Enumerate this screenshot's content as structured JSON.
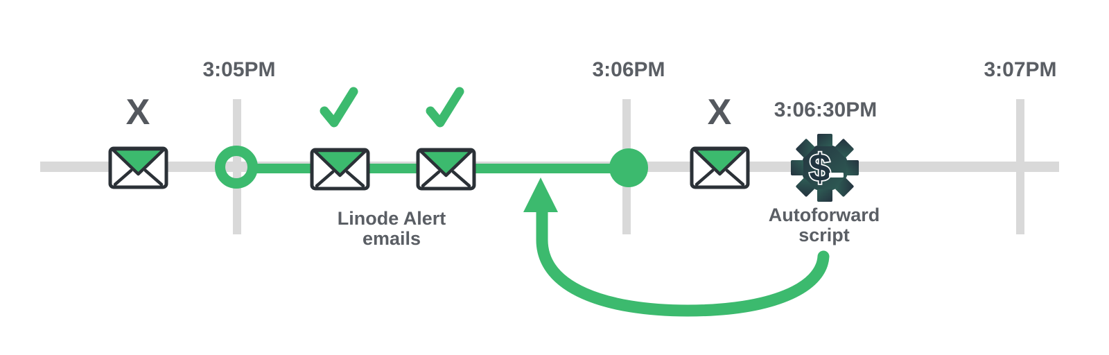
{
  "diagram_type": "timeline",
  "colors": {
    "green": "#3cba6e",
    "track_gray": "#d9d9d9",
    "text_gray": "#5a5e64",
    "icon_outline_dark": "#2b3137",
    "gear_gradient_start": "#24333f",
    "gear_gradient_end": "#2f5e56"
  },
  "timeline": {
    "ticks": [
      {
        "label": "3:05PM"
      },
      {
        "label": "3:06PM"
      },
      {
        "label": "3:07PM"
      }
    ],
    "active_segment": {
      "from": "3:05PM",
      "to": "3:06PM"
    }
  },
  "events": [
    {
      "id": "missed-email-before",
      "icon": "envelope-icon",
      "marker": "x-mark"
    },
    {
      "id": "alert-email-1",
      "icon": "envelope-icon",
      "marker": "check-icon"
    },
    {
      "id": "alert-email-2",
      "icon": "envelope-icon",
      "marker": "check-icon"
    },
    {
      "id": "missed-email-after",
      "icon": "envelope-icon",
      "marker": "x-mark"
    },
    {
      "id": "autoforward-script",
      "icon": "gear-dollar-icon",
      "time": "3:06:30PM"
    }
  ],
  "labels": {
    "fail_marker": "X",
    "alert_group_line1": "Linode Alert",
    "alert_group_line2": "emails",
    "script_time": "3:06:30PM",
    "script_line1": "Autoforward",
    "script_line2": "script",
    "gear_glyph": "$"
  }
}
